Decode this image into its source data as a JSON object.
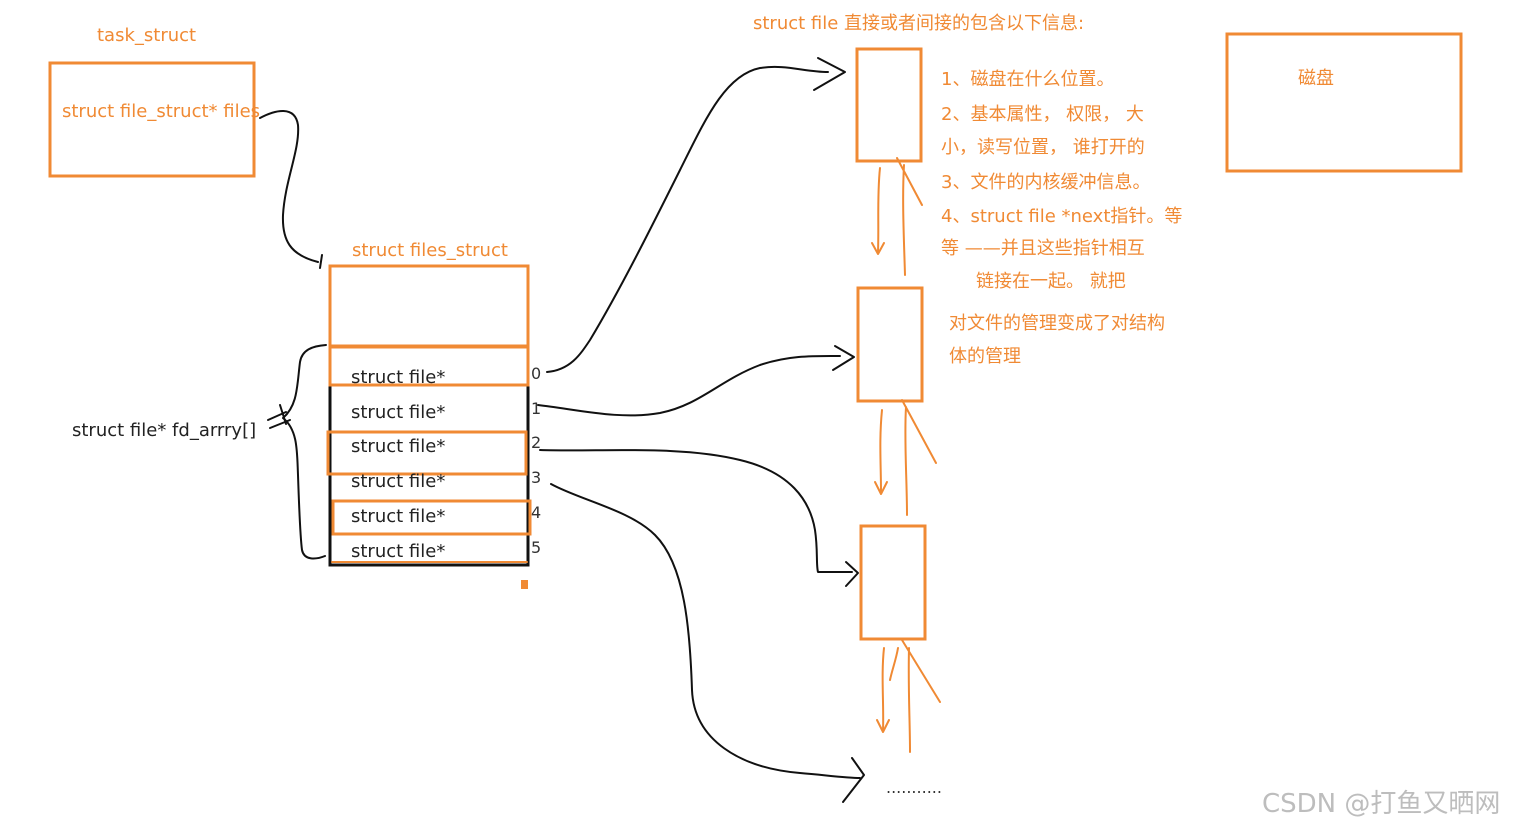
{
  "labels": {
    "task_struct": "task_struct",
    "files_ptr": "struct file_struct* files",
    "files_struct": "struct files_struct",
    "fd_array": "struct file* fd_arrry[]",
    "struct_file_header": "struct file 直接或者间接的包含以下信息:",
    "disk": "磁盘",
    "ellipsis": "...........",
    "watermark": "CSDN @打鱼又晒网"
  },
  "fd_slots": [
    {
      "label": "struct file*",
      "index": "0"
    },
    {
      "label": "struct file*",
      "index": "1"
    },
    {
      "label": "struct file*",
      "index": "2"
    },
    {
      "label": "struct file*",
      "index": "3"
    },
    {
      "label": "struct file*",
      "index": "4"
    },
    {
      "label": "struct file*",
      "index": "5"
    }
  ],
  "info_lines": [
    "1、磁盘在什么位置。",
    "2、基本属性，  权限，  大",
    "小，读写位置，  谁打开的",
    "3、文件的内核缓冲信息。",
    "4、struct file *next指针。等",
    "等  ——并且这些指针相互",
    "链接在一起。  就把",
    "对文件的管理变成了对结构",
    "体的管理"
  ],
  "colors": {
    "accent": "#f08a34",
    "ink": "#111111",
    "watermark": "#bdbdbd"
  }
}
